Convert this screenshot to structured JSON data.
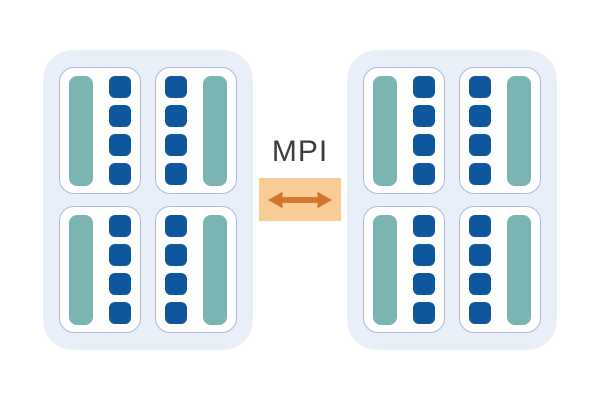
{
  "diagram": {
    "connector": {
      "label": "MPI",
      "icon": "double-headed-horizontal-arrow",
      "band_color": "#F9CD95",
      "arrow_color": "#D4772C",
      "label_color": "#3C3C3C"
    },
    "colors": {
      "page_bg": "#FFFFFF",
      "node_bg": "#E9EFF9",
      "socket_bg": "#FFFFFF",
      "socket_border": "#B0BAD2",
      "bar": "#7AB5B1",
      "core": "#0E579D"
    },
    "nodes": [
      {
        "id": "compute-node-left",
        "sockets": [
          {
            "bar_side": "left",
            "cores": 4
          },
          {
            "bar_side": "right",
            "cores": 4
          },
          {
            "bar_side": "left",
            "cores": 4
          },
          {
            "bar_side": "right",
            "cores": 4
          }
        ]
      },
      {
        "id": "compute-node-right",
        "sockets": [
          {
            "bar_side": "left",
            "cores": 4
          },
          {
            "bar_side": "right",
            "cores": 4
          },
          {
            "bar_side": "left",
            "cores": 4
          },
          {
            "bar_side": "right",
            "cores": 4
          }
        ]
      }
    ]
  }
}
